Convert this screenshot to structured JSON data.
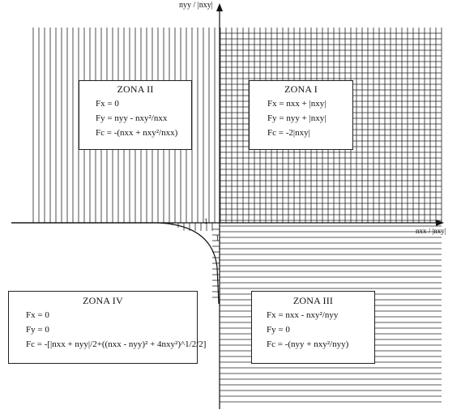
{
  "axes": {
    "y_label": "nyy / |nxy|",
    "x_label": "nxx / |nxy|",
    "tick_x": "1",
    "tick_y": "1"
  },
  "zones": {
    "zona_1": {
      "title": "ZONA I",
      "lines": [
        "Fx = nxx + |nxy|",
        "Fy = nyy + |nxy|",
        "Fc = -2|nxy|"
      ]
    },
    "zona_2": {
      "title": "ZONA II",
      "lines": [
        "Fx = 0",
        "Fy = nyy - nxy²/nxx",
        "Fc = -(nxx + nxy²/nxx)"
      ]
    },
    "zona_3": {
      "title": "ZONA III",
      "lines": [
        "Fx = nxx - nxy²/nyy",
        "Fy = 0",
        "Fc = -(nyy + nxy²/nyy)"
      ]
    },
    "zona_4": {
      "title": "ZONA IV",
      "lines": [
        "Fx = 0",
        "Fy = 0",
        "Fc = -[|nxx + nyy|/2+((nxx - nyy)² + 4nxy²)^1/2/2]"
      ]
    }
  }
}
